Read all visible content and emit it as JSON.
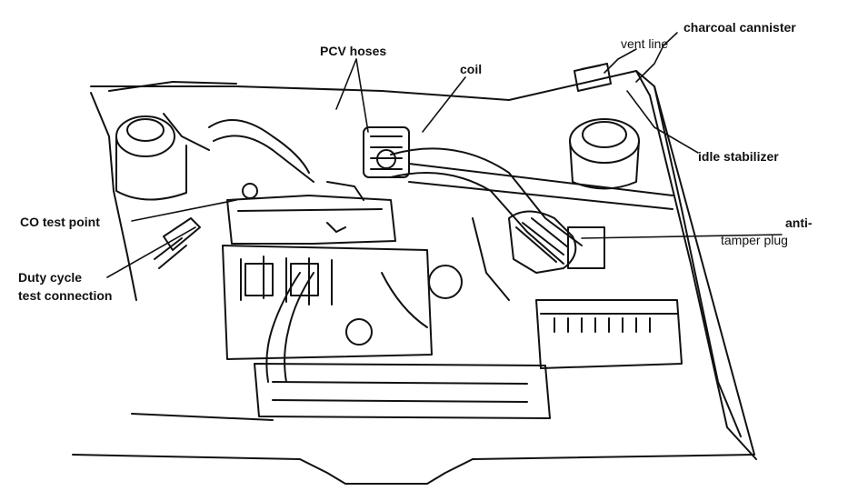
{
  "labels": {
    "charcoal_cannister": "charcoal cannister",
    "vent_line": "vent line",
    "pcv_hoses": "PCV hoses",
    "coil": "coil",
    "idle_stabilizer": "idle stabilizer",
    "co_test_point": "CO test point",
    "anti_tamper_plug_line1": "anti-",
    "anti_tamper_plug_line2": "tamper plug",
    "duty_cycle_line1": "Duty cycle",
    "duty_cycle_line2": "test connection"
  },
  "colors": {
    "ink": "#111111",
    "paper": "#ffffff"
  }
}
